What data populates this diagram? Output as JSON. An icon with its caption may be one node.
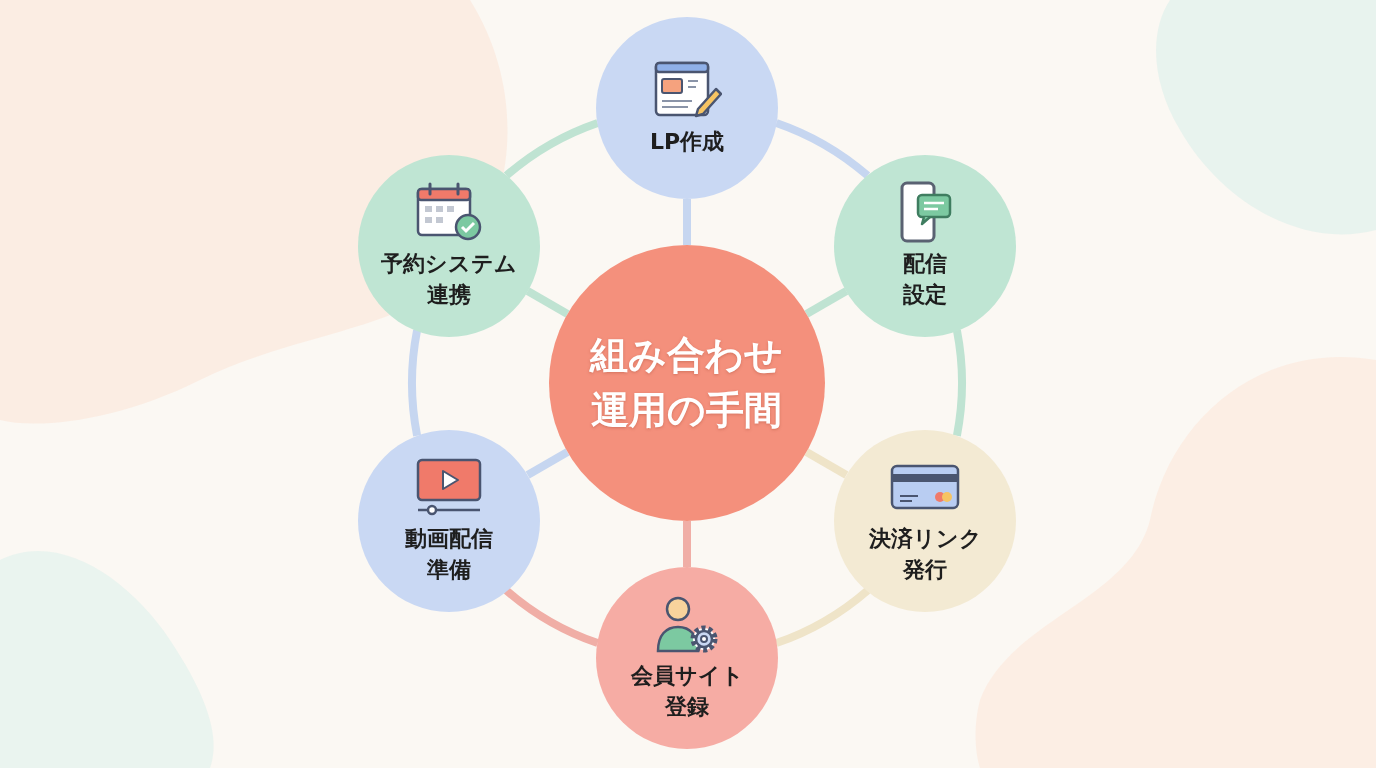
{
  "diagram": {
    "nodes": [
      {
        "text": [
          "組み合わせ運用の手間"
        ]
      },
      {
        "text": [
          "LP作成"
        ]
      },
      {
        "text": [
          "配信設定"
        ]
      },
      {
        "text": [
          "決済リンク発行"
        ]
      },
      {
        "text": [
          "会員サイト登録"
        ]
      },
      {
        "text": [
          "動画配信準備"
        ]
      },
      {
        "text": [
          "予約システム連携"
        ]
      }
    ],
    "edges": [
      {
        "from": 0,
        "to": 1,
        "arrow": "none",
        "color": "#c6d6f0"
      },
      {
        "from": 0,
        "to": 2,
        "arrow": "none",
        "color": "#bfe3d2"
      },
      {
        "from": 0,
        "to": 3,
        "arrow": "none",
        "color": "#efe4c8"
      },
      {
        "from": 0,
        "to": 4,
        "arrow": "none",
        "color": "#f0aea6"
      },
      {
        "from": 0,
        "to": 5,
        "arrow": "none",
        "color": "#c6d6f0"
      },
      {
        "from": 0,
        "to": 6,
        "arrow": "none",
        "color": "#bfe3d2"
      },
      {
        "from": 1,
        "to": 2,
        "arrow": "none",
        "color": "#c6d6f0"
      },
      {
        "from": 2,
        "to": 3,
        "arrow": "none",
        "color": "#bfe3d2"
      },
      {
        "from": 3,
        "to": 4,
        "arrow": "none",
        "color": "#efe4c8"
      },
      {
        "from": 4,
        "to": 5,
        "arrow": "none",
        "color": "#f0aea6"
      },
      {
        "from": 5,
        "to": 6,
        "arrow": "none",
        "color": "#c6d6f0"
      },
      {
        "from": 6,
        "to": 1,
        "arrow": "none",
        "color": "#bfe3d2"
      }
    ]
  }
}
